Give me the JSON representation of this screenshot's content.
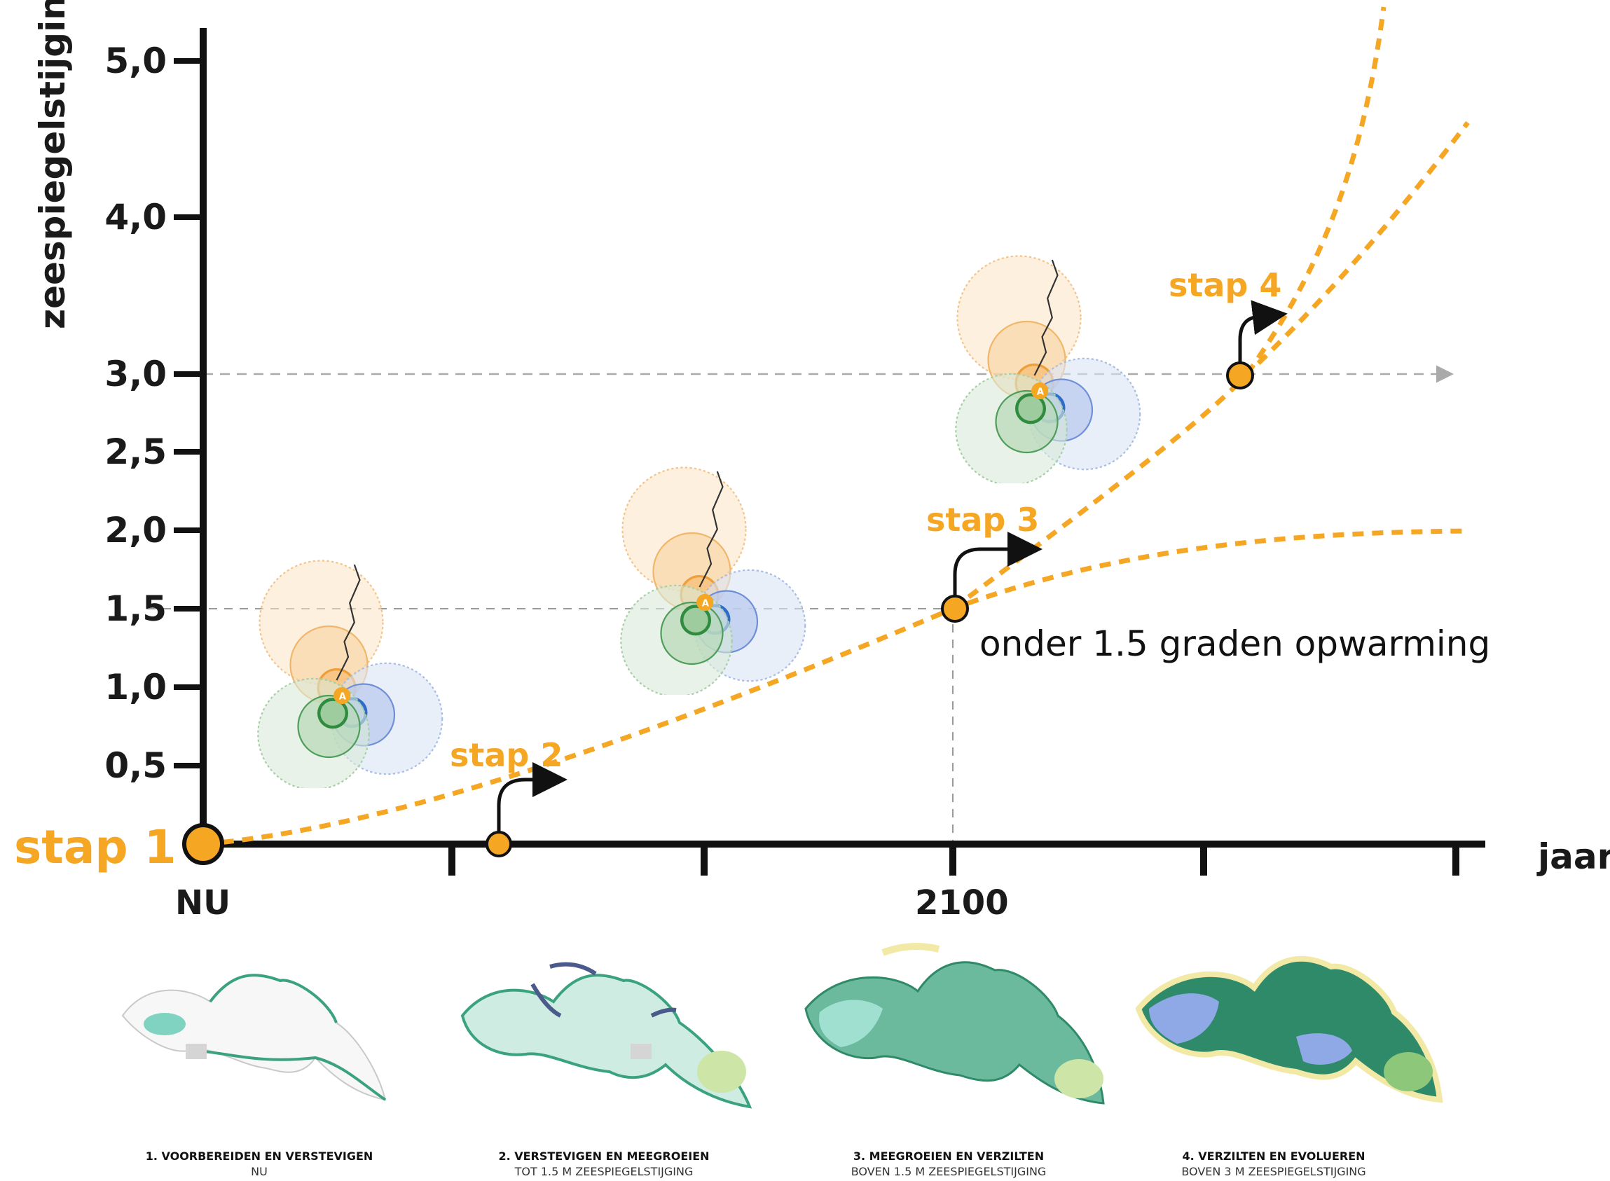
{
  "y_axis": {
    "title": "zeespiegelstijging",
    "ticks": [
      {
        "value": 0.5,
        "label": "0,5"
      },
      {
        "value": 1.0,
        "label": "1,0"
      },
      {
        "value": 1.5,
        "label": "1,5"
      },
      {
        "value": 2.0,
        "label": "2,0"
      },
      {
        "value": 2.5,
        "label": "2,5"
      },
      {
        "value": 3.0,
        "label": "3,0"
      },
      {
        "value": 4.0,
        "label": "4,0"
      },
      {
        "value": 5.0,
        "label": "5,0"
      }
    ]
  },
  "x_axis": {
    "title": "jaar",
    "label_now": "NU",
    "label_2100": "2100"
  },
  "steps": {
    "step1": "stap 1",
    "step2": "stap 2",
    "step3": "stap 3",
    "step4": "stap 4"
  },
  "annotation": "onder 1.5 graden opwarming",
  "captions": [
    {
      "title": "1. VOORBEREIDEN EN VERSTEVIGEN",
      "subtitle": "NU"
    },
    {
      "title": "2. VERSTEVIGEN EN MEEGROEIEN",
      "subtitle": "TOT 1.5 M ZEESPIEGELSTIJGING"
    },
    {
      "title": "3. MEEGROEIEN EN VERZILTEN",
      "subtitle": "BOVEN 1.5 M ZEESPIEGELSTIJGING"
    },
    {
      "title": "4. VERZILTEN EN EVOLUEREN",
      "subtitle": "BOVEN 3 M ZEESPIEGELSTIJGING"
    }
  ],
  "colors": {
    "accent_orange": "#f5a623",
    "axis_black": "#111111",
    "sea_green": "#7fd3c0",
    "dark_green": "#3aa37e",
    "blue": "#2e6dc7",
    "sand_yellow": "#f3e9a6"
  },
  "icons": [
    "target-cluster-icon",
    "flow-arrow-icon",
    "island-map-icon"
  ]
}
